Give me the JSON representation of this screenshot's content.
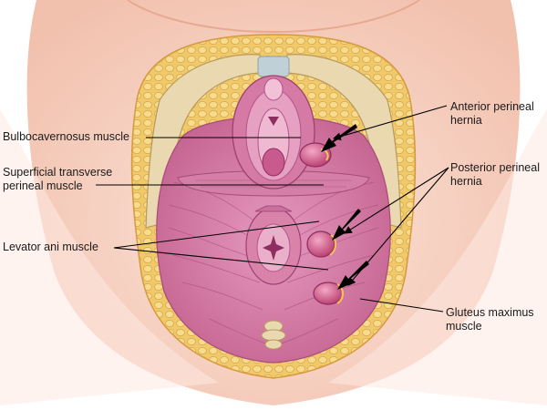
{
  "labels": {
    "bulbocavernosus": "Bulbocavernosus muscle",
    "superficial_transverse": {
      "line1": "Superficial transverse",
      "line2": "perineal muscle"
    },
    "levator_ani": "Levator ani muscle",
    "anterior_hernia": {
      "line1": "Anterior perineal",
      "line2": "hernia"
    },
    "posterior_hernia": {
      "line1": "Posterior perineal",
      "line2": "hernia"
    },
    "gluteus_maximus": {
      "line1": "Gluteus maximus",
      "line2": "muscle"
    }
  },
  "colors": {
    "skin": "#f7d3c4",
    "fat": "#f2d37a",
    "bone": "#e8d9b5",
    "muscle": "#d67aa4",
    "muscle_dark": "#b85585",
    "hernia": "#c9487a",
    "leader": "#000000"
  }
}
